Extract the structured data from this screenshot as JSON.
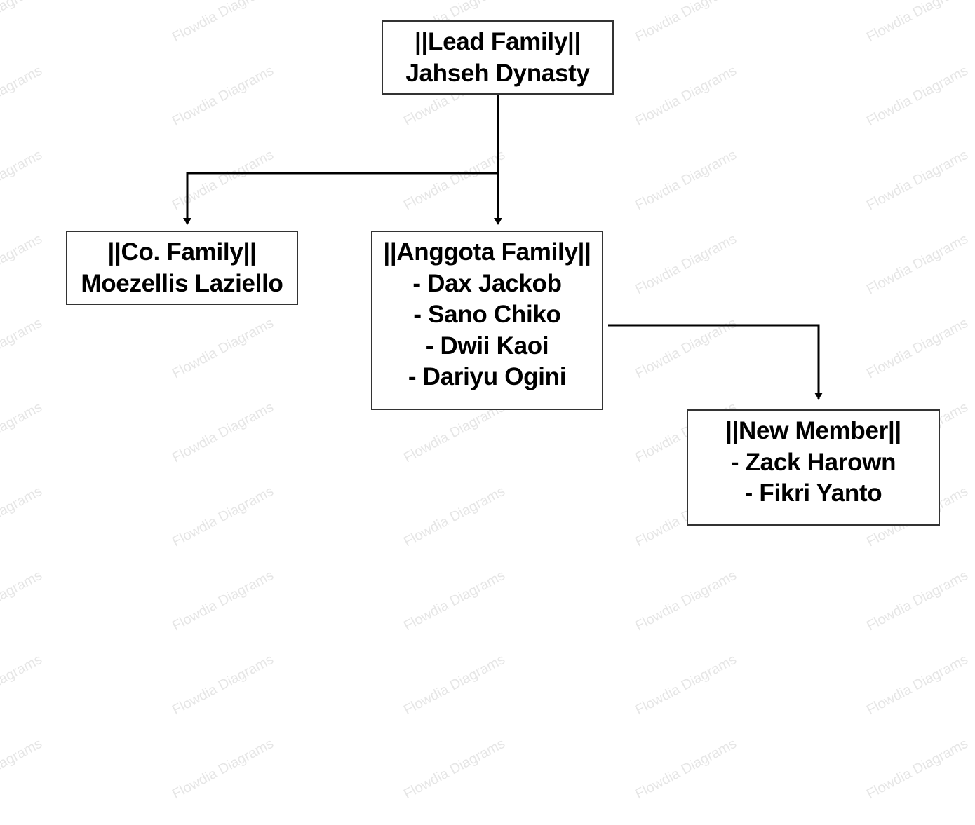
{
  "watermark": {
    "text": "Flowdia Diagrams",
    "color": "#e6e6e6"
  },
  "colors": {
    "box_border": "#333333",
    "connector": "#000000",
    "text": "#000000"
  },
  "nodes": {
    "lead": {
      "lines": [
        "||Lead Family||",
        "Jahseh Dynasty"
      ]
    },
    "co": {
      "lines": [
        "||Co. Family||",
        "Moezellis Laziello"
      ]
    },
    "anggota": {
      "lines": [
        "||Anggota Family||",
        "- Dax Jackob",
        "- Sano Chiko",
        "- Dwii Kaoi",
        "- Dariyu Ogini"
      ]
    },
    "new_member": {
      "lines": [
        "||New Member||",
        "- Zack Harown",
        "- Fikri Yanto"
      ]
    }
  },
  "edges": [
    {
      "from": "lead",
      "to": "co"
    },
    {
      "from": "lead",
      "to": "anggota"
    },
    {
      "from": "anggota",
      "to": "new_member"
    }
  ]
}
